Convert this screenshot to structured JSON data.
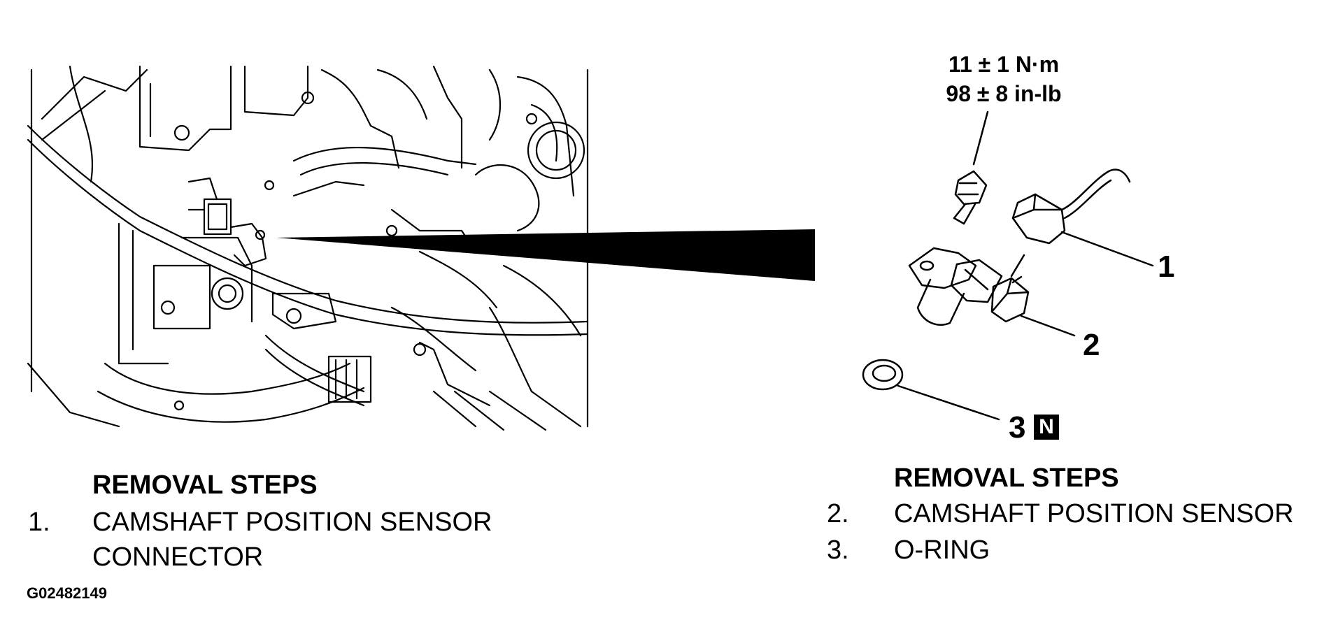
{
  "torque": {
    "metric": "11 ± 1 N·m",
    "imperial": "98 ± 8 in-lb"
  },
  "callouts": {
    "c1": "1",
    "c2": "2",
    "c3": "3",
    "new_part_badge": "N"
  },
  "left_steps": {
    "heading": "REMOVAL STEPS",
    "items": [
      {
        "num": "1.",
        "text_line1": "CAMSHAFT POSITION SENSOR",
        "text_line2": "CONNECTOR"
      }
    ]
  },
  "right_steps": {
    "heading": "REMOVAL STEPS",
    "items": [
      {
        "num": "2.",
        "text": "CAMSHAFT POSITION SENSOR"
      },
      {
        "num": "3.",
        "text": "O-RING"
      }
    ]
  },
  "figure_id": "G02482149"
}
